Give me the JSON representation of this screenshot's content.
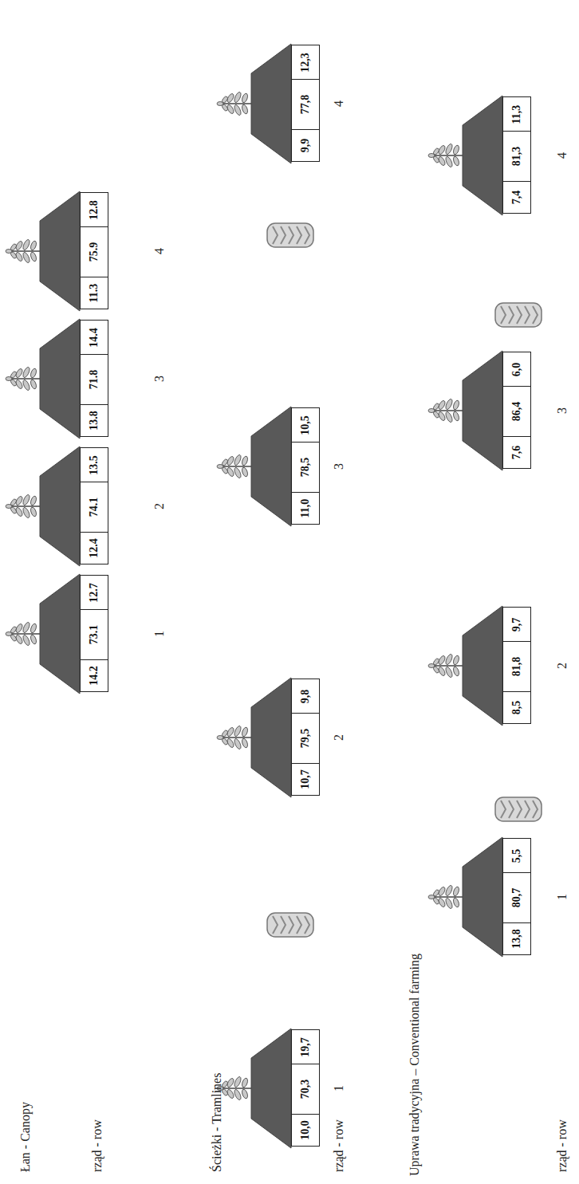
{
  "diagram": {
    "nodes": [
      {
        "text": [
          "14.2"
        ]
      },
      {
        "text": [
          "73.1"
        ]
      },
      {
        "text": [
          "12.7"
        ]
      },
      {
        "text": [
          "12.4"
        ]
      },
      {
        "text": [
          "74.1"
        ]
      },
      {
        "text": [
          "13.5"
        ]
      },
      {
        "text": [
          "13.8"
        ]
      },
      {
        "text": [
          "71.8"
        ]
      },
      {
        "text": [
          "14.4"
        ]
      },
      {
        "text": [
          "11.3"
        ]
      },
      {
        "text": [
          "75.9"
        ]
      },
      {
        "text": [
          "12.8"
        ]
      },
      {
        "text": [
          "10,0"
        ]
      },
      {
        "text": [
          "70,3"
        ]
      },
      {
        "text": [
          "19,7"
        ]
      },
      {
        "text": [
          "10,7"
        ]
      },
      {
        "text": [
          "79,5"
        ]
      },
      {
        "text": [
          "9,8"
        ]
      },
      {
        "text": [
          "11,0"
        ]
      },
      {
        "text": [
          "78,5"
        ]
      },
      {
        "text": [
          "10,5"
        ]
      },
      {
        "text": [
          "9,9"
        ]
      },
      {
        "text": [
          "77,8"
        ]
      },
      {
        "text": [
          "12,3"
        ]
      },
      {
        "text": [
          "13,8"
        ]
      },
      {
        "text": [
          "80,7"
        ]
      },
      {
        "text": [
          "5,5"
        ]
      },
      {
        "text": [
          "8,5"
        ]
      },
      {
        "text": [
          "81,8"
        ]
      },
      {
        "text": [
          "9,7"
        ]
      },
      {
        "text": [
          "7,6"
        ]
      },
      {
        "text": [
          "86,4"
        ]
      },
      {
        "text": [
          "6,0"
        ]
      },
      {
        "text": [
          "7,4"
        ]
      },
      {
        "text": [
          "81,3"
        ]
      },
      {
        "text": [
          "11,3"
        ]
      }
    ],
    "labels": [
      "Łan - Canopy",
      "rząd - row",
      "1",
      "2",
      "3",
      "4",
      "Ścieżki - Tramlines",
      "rząd - row",
      "1",
      "2",
      "3",
      "4",
      "Uprawa tradycyjna – Conventional farming",
      "rząd - row",
      "1",
      "2",
      "3",
      "4"
    ]
  }
}
